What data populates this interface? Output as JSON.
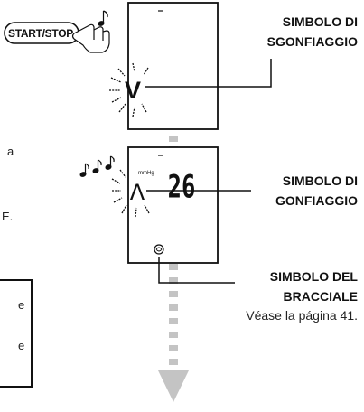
{
  "start_stop_button": "START/STOP",
  "display_top": {
    "deflation_symbol": "V"
  },
  "display_bottom": {
    "unit": "mmHg",
    "reading": "26",
    "inflation_symbol": "Λ"
  },
  "labels": {
    "deflation": [
      "SIMBOLO DI",
      "SGONFIAGGIO"
    ],
    "inflation": [
      "SIMBOLO DI",
      "GONFIAGGIO"
    ],
    "cuff": [
      "SIMBOLO DEL",
      "BRACCIALE"
    ],
    "cuff_note": "Véase la página 41."
  },
  "clipped_fragments": {
    "left_a": "a",
    "left_e": "E.",
    "box_line1": "e",
    "box_line2": "e"
  },
  "colors": {
    "ink": "#111111",
    "dashed_arrow": "#c4c4c4"
  },
  "icons": {
    "hand": "pointing-hand-icon",
    "notes": "music-note-icon",
    "cuff": "cuff-icon",
    "arrow": "down-arrow-icon"
  }
}
